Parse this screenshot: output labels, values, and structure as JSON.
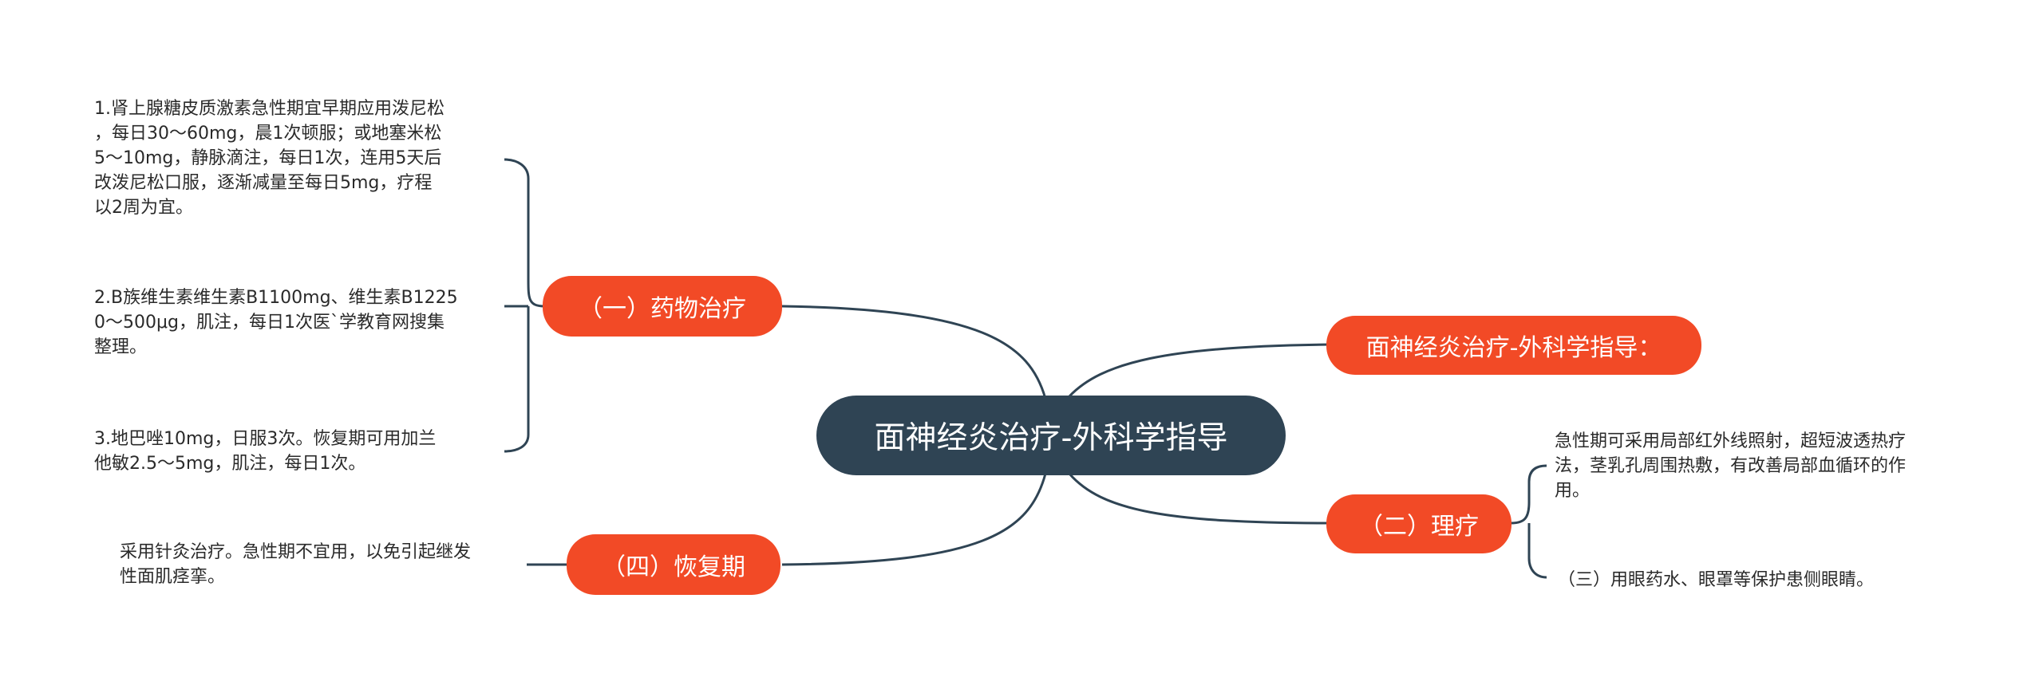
{
  "colors": {
    "root_bg": "#2f4454",
    "branch_bg": "#f24a26",
    "line": "#2f4454",
    "text": "#2a2a2a"
  },
  "root": {
    "label": "面神经炎治疗-外科学指导"
  },
  "branches": {
    "drug": {
      "label": "（一）药物治疗"
    },
    "guide": {
      "label": "面神经炎治疗-外科学指导："
    },
    "physio": {
      "label": "（二）理疗"
    },
    "recovery": {
      "label": "（四）恢复期"
    }
  },
  "leaves": {
    "drug_1": "1.肾上腺糖皮质激素急性期宜早期应用泼尼松\n，每日30～60mg，晨1次顿服；或地塞米松\n5～10mg，静脉滴注，每日1次，连用5天后\n改泼尼松口服，逐渐减量至每日5mg，疗程\n以2周为宜。",
    "drug_2": "2.B族维生素维生素B1100mg、维生素B1225\n0～500μg，肌注，每日1次医`学教育网搜集\n整理。",
    "drug_3": "3.地巴唑10mg，日服3次。恢复期可用加兰\n他敏2.5～5mg，肌注，每日1次。",
    "recovery_1": "采用针灸治疗。急性期不宜用，以免引起继发\n性面肌痉挛。",
    "physio_1": "急性期可采用局部红外线照射，超短波透热疗\n法，茎乳孔周围热敷，有改善局部血循环的作\n用。",
    "physio_2": "（三）用眼药水、眼罩等保护患侧眼睛。"
  }
}
